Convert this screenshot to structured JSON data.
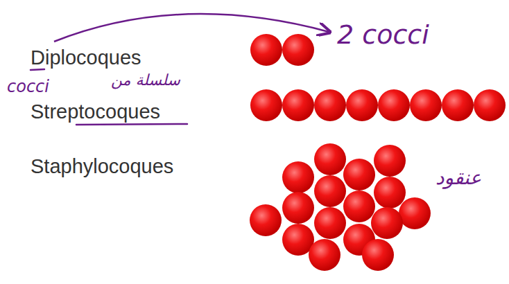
{
  "diagram": {
    "labels": [
      "2 cocci",
      "Diplocoques",
      "cocci",
      "سلسلة من",
      "Streptocoques",
      "Staphylocoques",
      "عنقود"
    ]
  }
}
